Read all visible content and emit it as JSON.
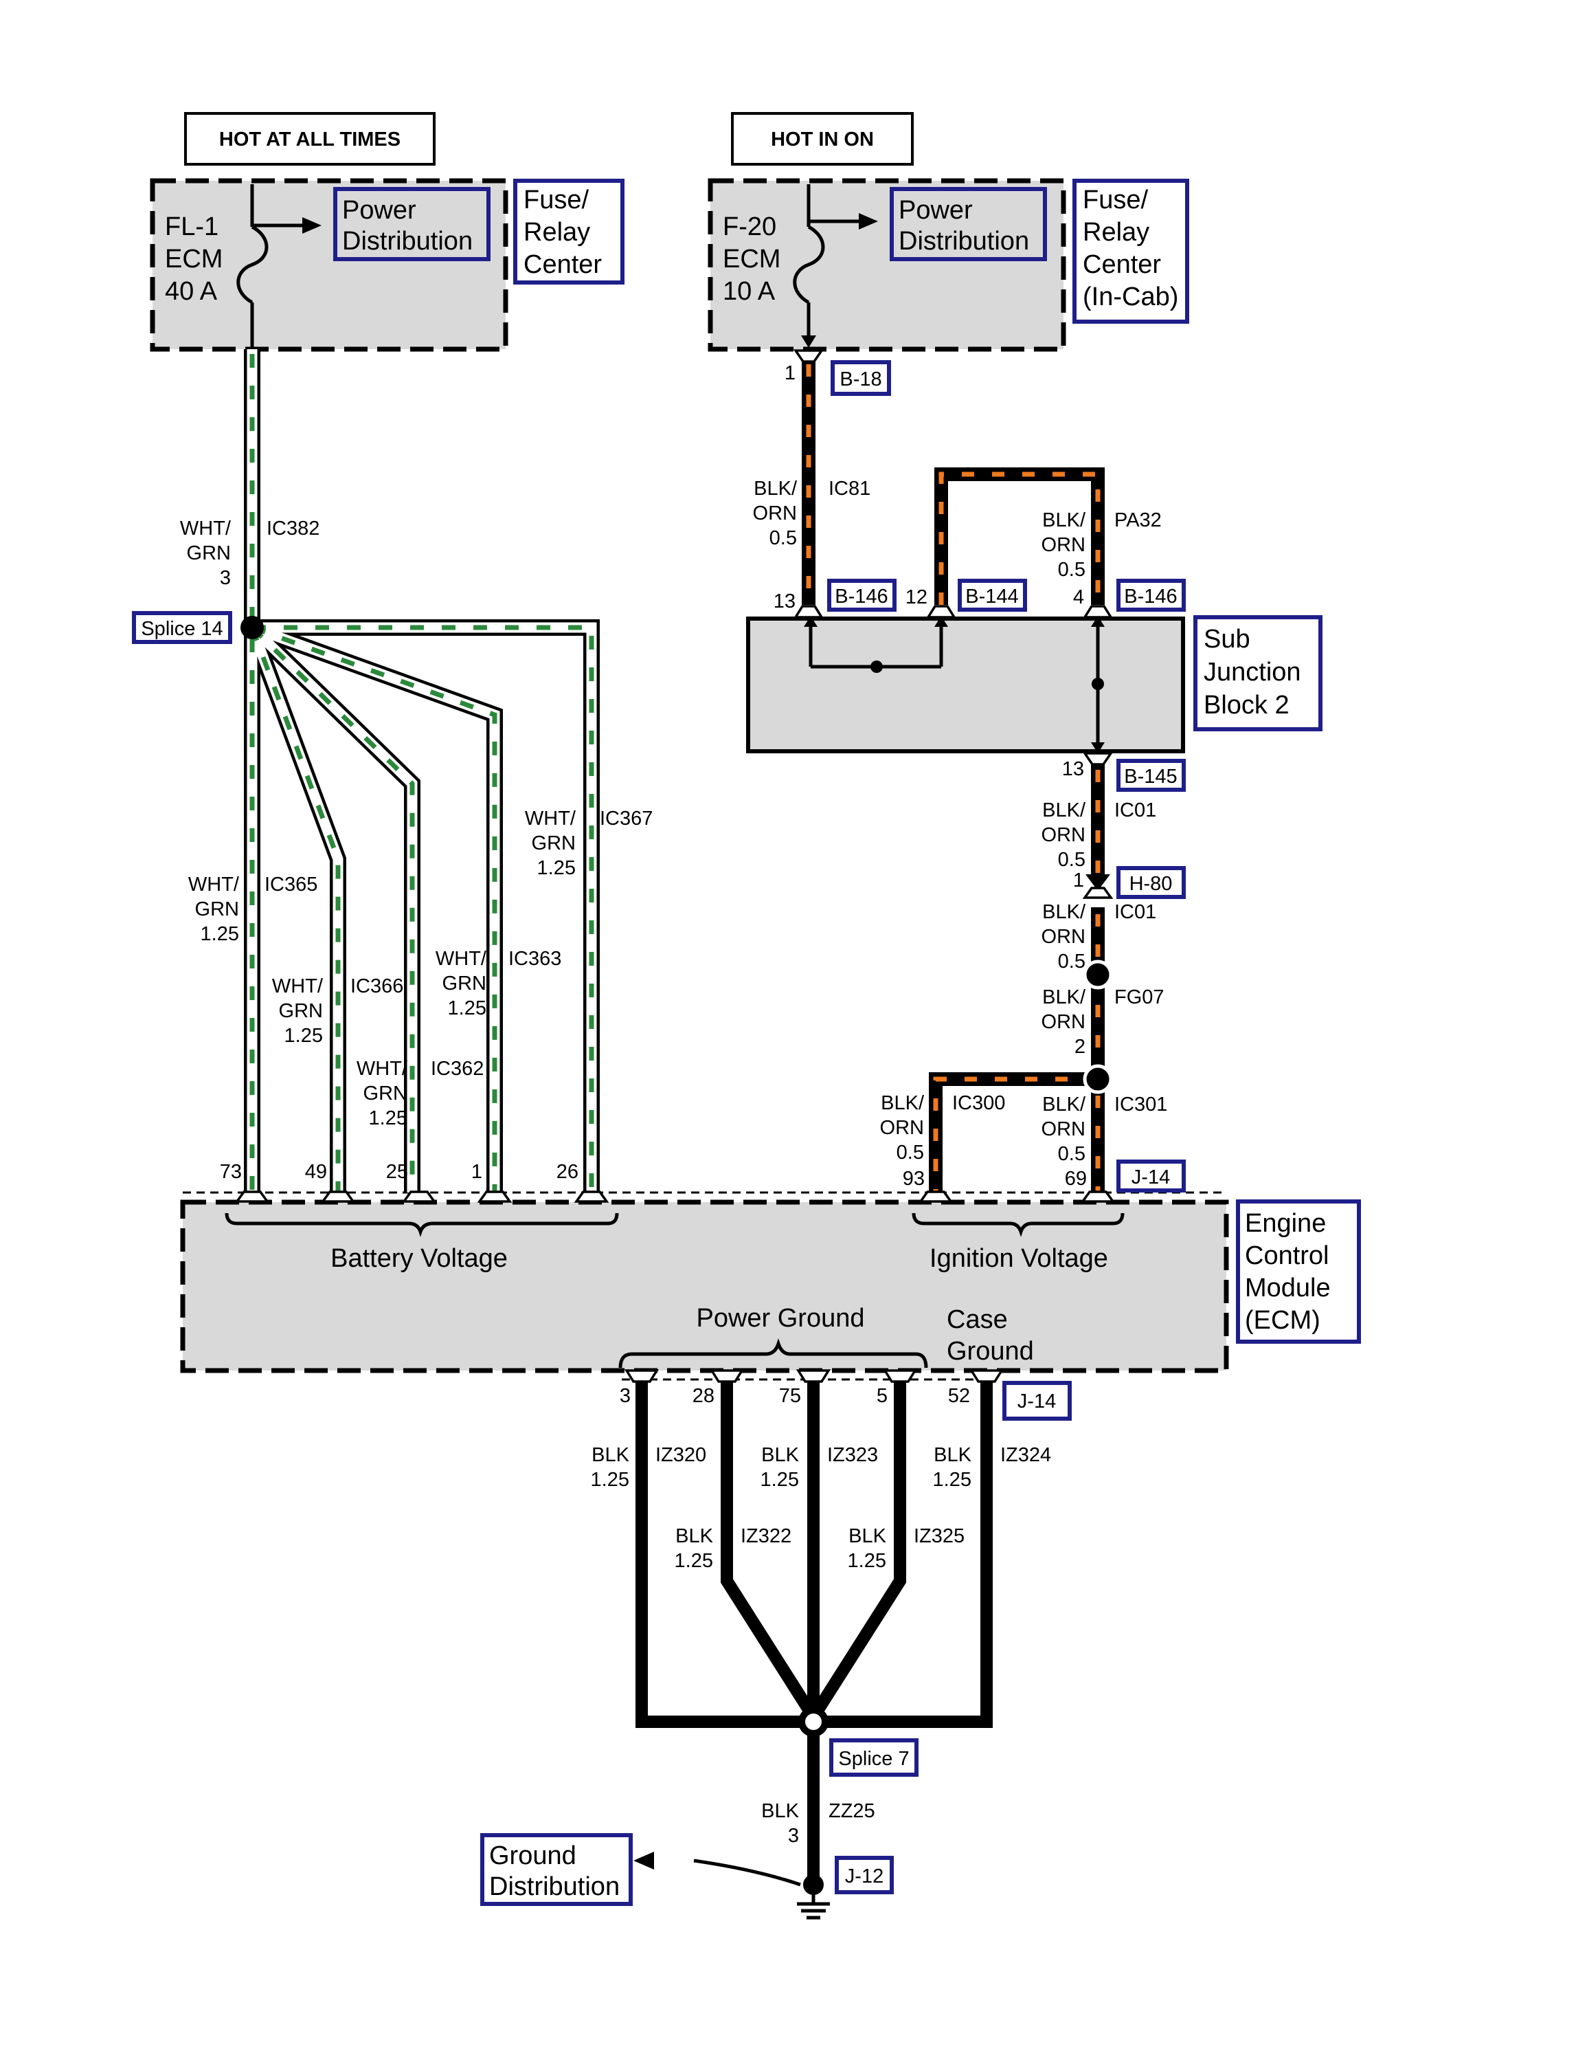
{
  "headers": {
    "hot_all": "HOT AT ALL TIMES",
    "hot_on": "HOT IN ON"
  },
  "fuse1": {
    "l1": "FL-1",
    "l2": "ECM",
    "l3": "40 A"
  },
  "fuse2": {
    "l1": "F-20",
    "l2": "ECM",
    "l3": "10 A"
  },
  "power_dist": {
    "l1": "Power",
    "l2": "Distribution"
  },
  "frc1": {
    "l1": "Fuse/",
    "l2": "Relay",
    "l3": "Center"
  },
  "frc2": {
    "l1": "Fuse/",
    "l2": "Relay",
    "l3": "Center",
    "l4": "(In-Cab)"
  },
  "sjb": {
    "l1": "Sub",
    "l2": "Junction",
    "l3": "Block 2"
  },
  "ecm": {
    "l1": "Engine",
    "l2": "Control",
    "l3": "Module",
    "l4": "(ECM)",
    "battery": "Battery Voltage",
    "ignition": "Ignition Voltage",
    "power_ground": "Power Ground",
    "case1": "Case",
    "case2": "Ground"
  },
  "ground_dist": {
    "l1": "Ground",
    "l2": "Distribution"
  },
  "connectors": {
    "b18": "B-18",
    "b146a": "B-146",
    "b144": "B-144",
    "b146b": "B-146",
    "b145": "B-145",
    "h80": "H-80",
    "j14a": "J-14",
    "j14b": "J-14",
    "j12": "J-12",
    "splice14": "Splice 14",
    "splice7": "Splice 7"
  },
  "colors": {
    "wht": "WHT/",
    "grn": "GRN",
    "blk": "BLK/",
    "orn": "ORN",
    "blk_plain": "BLK",
    "green_stripe": "#2a8a3a",
    "orange_stripe": "#f07a1e",
    "module_fill": "#d9d9d9",
    "label_box": "#1f1f8a"
  },
  "circuits": {
    "ic382": "IC382",
    "ic365": "IC365",
    "ic366": "IC366",
    "ic362": "IC362",
    "ic363": "IC363",
    "ic367": "IC367",
    "ic81": "IC81",
    "pa32": "PA32",
    "ic01a": "IC01",
    "ic01b": "IC01",
    "fg07": "FG07",
    "ic300": "IC300",
    "ic301": "IC301",
    "iz320": "IZ320",
    "iz322": "IZ322",
    "iz323": "IZ323",
    "iz325": "IZ325",
    "iz324": "IZ324",
    "zz25": "ZZ25"
  },
  "sizes": {
    "s3": "3",
    "s125": "1.25",
    "s05": "0.5",
    "s2": "2"
  },
  "pins": {
    "p73": "73",
    "p49": "49",
    "p25": "25",
    "p1": "1",
    "p26": "26",
    "p93": "93",
    "p69": "69",
    "b18": "1",
    "b146a": "13",
    "b144": "12",
    "b146b": "4",
    "b145": "13",
    "h80": "1",
    "g3": "3",
    "g28": "28",
    "g75": "75",
    "g5": "5",
    "g52": "52"
  }
}
